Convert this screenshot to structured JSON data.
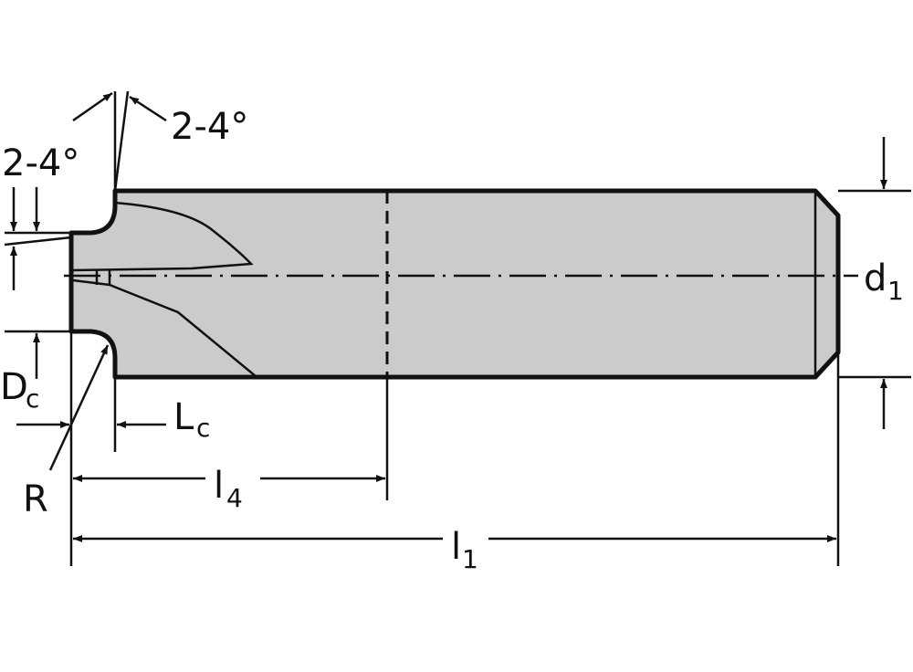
{
  "drawing": {
    "title": "Solid end mill with corner radius - dimension drawing",
    "fill_color": "#cbcbcb",
    "line_color": "#111111",
    "background": "#ffffff"
  },
  "labels": {
    "angle_top": "2-4°",
    "angle_left": "2-4°",
    "d1_main": "d",
    "d1_sub": "1",
    "dc_main": "D",
    "dc_sub": "c",
    "lc_main": "L",
    "lc_sub": "c",
    "r": "R",
    "l4_main": "l",
    "l4_sub": "4",
    "l1_main": "l",
    "l1_sub": "1"
  }
}
